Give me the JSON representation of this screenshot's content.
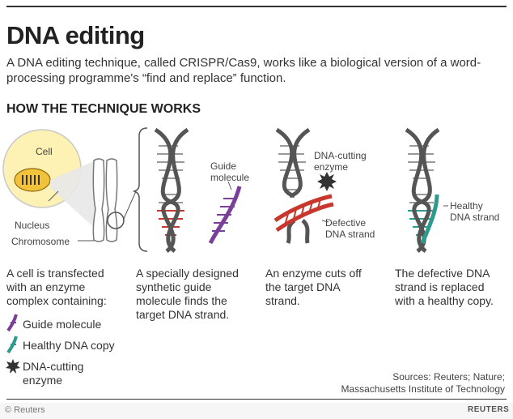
{
  "title": "DNA editing",
  "subtitle": "A DNA editing technique, called CRISPR/Cas9, works like a biological version of a word-processing programme's “find and replace” function.",
  "section_heading": "HOW THE TECHNIQUE WORKS",
  "labels": {
    "cell": "Cell",
    "nucleus": "Nucleus",
    "chromosome": "Chromosome",
    "guide_molecule_line1": "Guide",
    "guide_molecule_line2": "molecule",
    "enzyme_line1": "DNA-cutting",
    "enzyme_line2": "enzyme",
    "defective_line1": "Defective",
    "defective_line2": "DNA strand",
    "healthy_line1": "Healthy",
    "healthy_line2": "DNA strand"
  },
  "steps": [
    {
      "lines": [
        "A cell is transfected",
        "with an enzyme",
        "complex containing:"
      ]
    },
    {
      "lines": [
        "A specially designed",
        "synthetic guide",
        "molecule finds the",
        "target DNA strand."
      ]
    },
    {
      "lines": [
        "An enzyme cuts off",
        "the target DNA",
        "strand."
      ]
    },
    {
      "lines": [
        "The defective DNA",
        "strand is replaced",
        "with a healthy copy."
      ]
    }
  ],
  "legend": {
    "guide": "Guide molecule",
    "healthy": "Healthy DNA copy",
    "enzyme_line1": "DNA-cutting",
    "enzyme_line2": "enzyme"
  },
  "sources_line1": "Sources: Reuters; Nature;",
  "sources_line2": "Massachusetts Institute of Technology",
  "credit": "© Reuters",
  "logo": "REUTERS",
  "colors": {
    "guide": "#7b3f9a",
    "defective": "#c8372d",
    "healthy": "#2e9a8c",
    "cell_fill": "#fdf2b3",
    "nucleus_fill": "#f2c23a",
    "strand": "#555555",
    "rung": "#9a9a9a"
  }
}
